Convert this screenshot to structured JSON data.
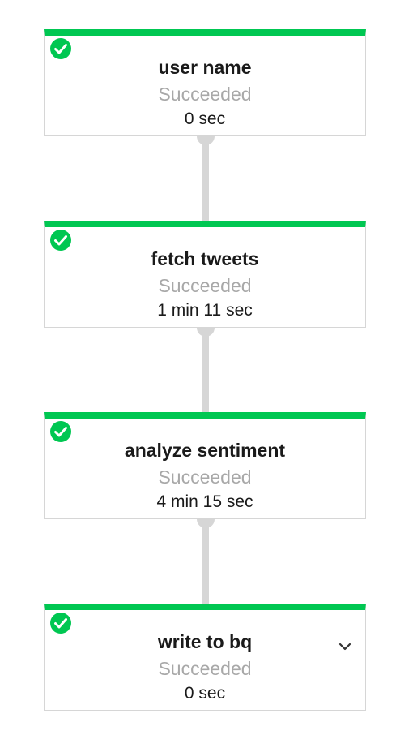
{
  "colors": {
    "success": "#00c752",
    "border": "#d6d6d6",
    "connector": "#d6d6d6",
    "status_text": "#a8a8a8"
  },
  "steps": [
    {
      "name": "user name",
      "status": "Succeeded",
      "duration": "0 sec",
      "icon": "check-circle-icon"
    },
    {
      "name": "fetch tweets",
      "status": "Succeeded",
      "duration": "1 min 11 sec",
      "icon": "check-circle-icon"
    },
    {
      "name": "analyze sentiment",
      "status": "Succeeded",
      "duration": "4 min 15 sec",
      "icon": "check-circle-icon"
    },
    {
      "name": "write to bq",
      "status": "Succeeded",
      "duration": "0 sec",
      "icon": "check-circle-icon",
      "expand_icon": "chevron-down-icon"
    }
  ]
}
